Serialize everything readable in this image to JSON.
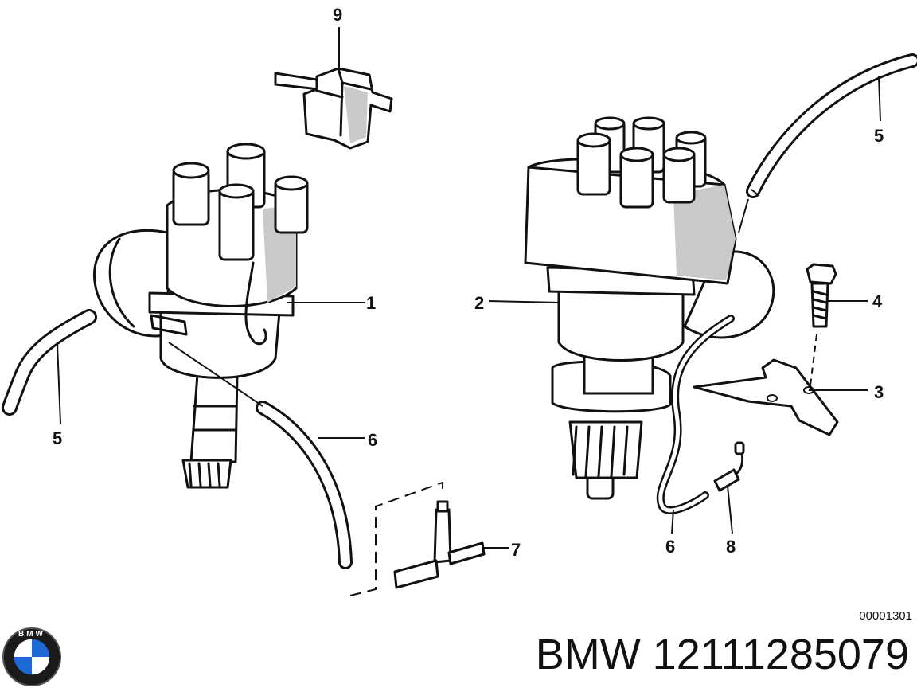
{
  "diagram": {
    "callouts": {
      "left_housing": "1",
      "right_housing": "2",
      "bracket": "3",
      "bolt": "4",
      "hose_left": "5",
      "hose_right": "5",
      "tube_left": "6",
      "tube_right": "6",
      "tee_connector": "7",
      "connector_sleeve": "8",
      "clip": "9"
    },
    "document_number": "00001301",
    "caption": "BMW 12111285079",
    "logo": {
      "icon": "bmw-roundel-icon",
      "text": "BMW",
      "colors": {
        "ring": "#1a1a1a",
        "blue": "#1c69d4",
        "white": "#ffffff"
      }
    }
  }
}
